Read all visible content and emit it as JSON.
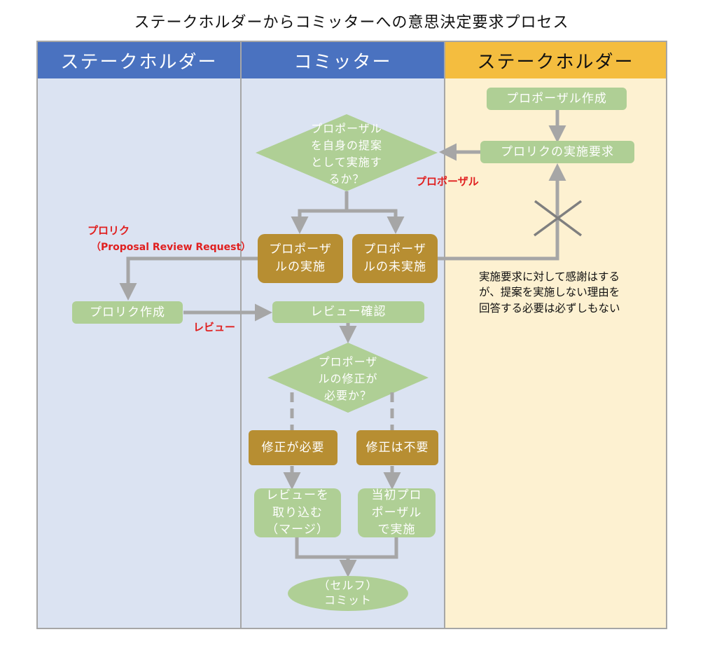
{
  "title": "ステークホルダーからコミッターへの意思決定要求プロセス",
  "lanes": [
    {
      "label": "ステークホルダー",
      "header_color": "#4a72c0",
      "body_color": "#dbe3f2"
    },
    {
      "label": "コミッター",
      "header_color": "#4a72c0",
      "body_color": "#dbe3f2"
    },
    {
      "label": "ステークホルダー",
      "header_color": "#f4bd3f",
      "body_color": "#fdf1d1"
    }
  ],
  "nodes": {
    "proposal_create": "プロポーザル作成",
    "prorik_request": "プロリクの実施要求",
    "decision_implement": [
      "プロポーザル",
      "を自身の提案",
      "として実施す",
      "るか？"
    ],
    "proposal_do": [
      "プロポーザ",
      "ルの実施"
    ],
    "proposal_not_do": [
      "プロポーザ",
      "ルの未実施"
    ],
    "prorik_create": "プロリク作成",
    "review_check": "レビュー確認",
    "decision_fix": [
      "プロポーザ",
      "ルの修正が",
      "必要か？"
    ],
    "fix_needed": "修正が必要",
    "fix_not_needed": "修正は不要",
    "merge_review": [
      "レビューを",
      "取り込む",
      "（マージ）"
    ],
    "original_impl": [
      "当初プロ",
      "ポーザル",
      "で実施"
    ],
    "self_commit": [
      "（セルフ）",
      "コミット"
    ]
  },
  "labels": {
    "proposal": "プロポーザル",
    "prorik": "プロリク",
    "prorik_full": "（Proposal Review Request）",
    "review": "レビュー"
  },
  "note": [
    "実施要求に対して感謝はする",
    "が、提案を実施しない理由を",
    "回答する必要は必ずしもない"
  ],
  "colors": {
    "node_green": "#afcf95",
    "node_gold": "#b78e32",
    "arrow": "#a6a6a6",
    "cross": "#7f7f7f",
    "label_red": "#e02020"
  }
}
